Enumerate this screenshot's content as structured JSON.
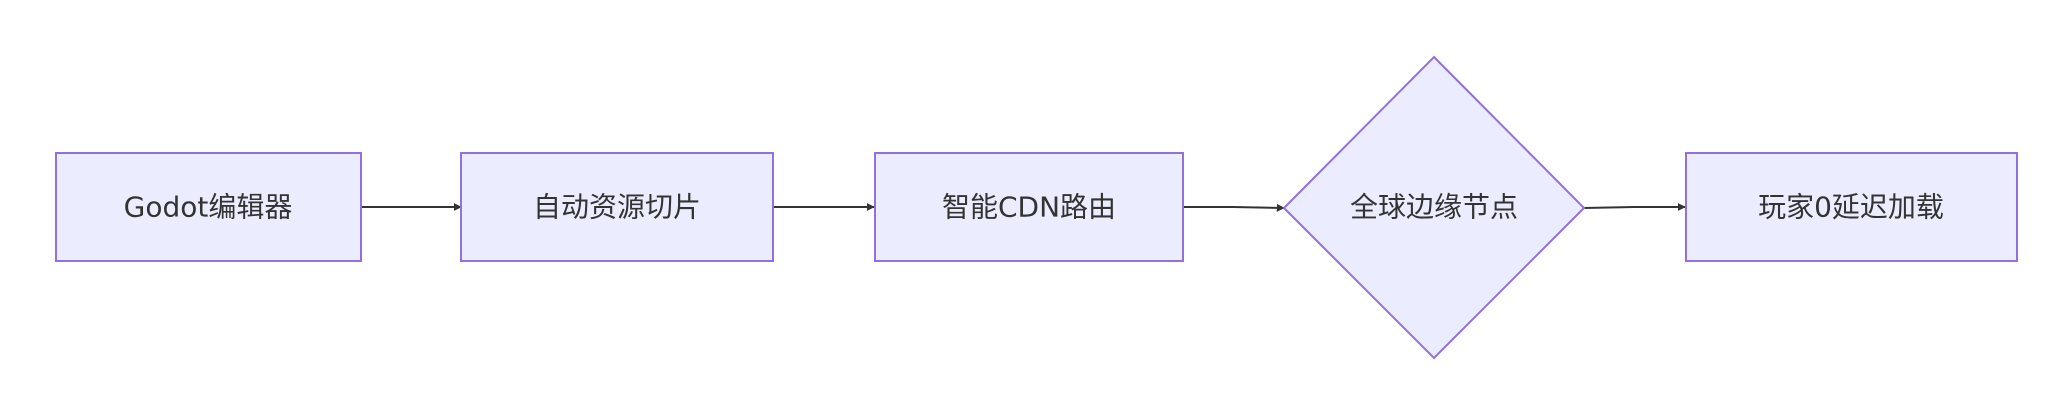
{
  "diagram": {
    "type": "flowchart",
    "direction": "left-to-right",
    "nodes": [
      {
        "id": "editor",
        "label": "Godot编辑器",
        "shape": "rect"
      },
      {
        "id": "slicing",
        "label": "自动资源切片",
        "shape": "rect"
      },
      {
        "id": "cdn",
        "label": "智能CDN路由",
        "shape": "rect"
      },
      {
        "id": "edge_nodes",
        "label": "全球边缘节点",
        "shape": "diamond"
      },
      {
        "id": "player",
        "label": "玩家0延迟加载",
        "shape": "rect"
      }
    ],
    "edges": [
      {
        "from": "editor",
        "to": "slicing"
      },
      {
        "from": "slicing",
        "to": "cdn"
      },
      {
        "from": "cdn",
        "to": "edge_nodes"
      },
      {
        "from": "edge_nodes",
        "to": "player"
      }
    ],
    "colors": {
      "node_fill": "#ececff",
      "node_stroke": "#9370db",
      "edge": "#333333",
      "text": "#333333"
    }
  }
}
